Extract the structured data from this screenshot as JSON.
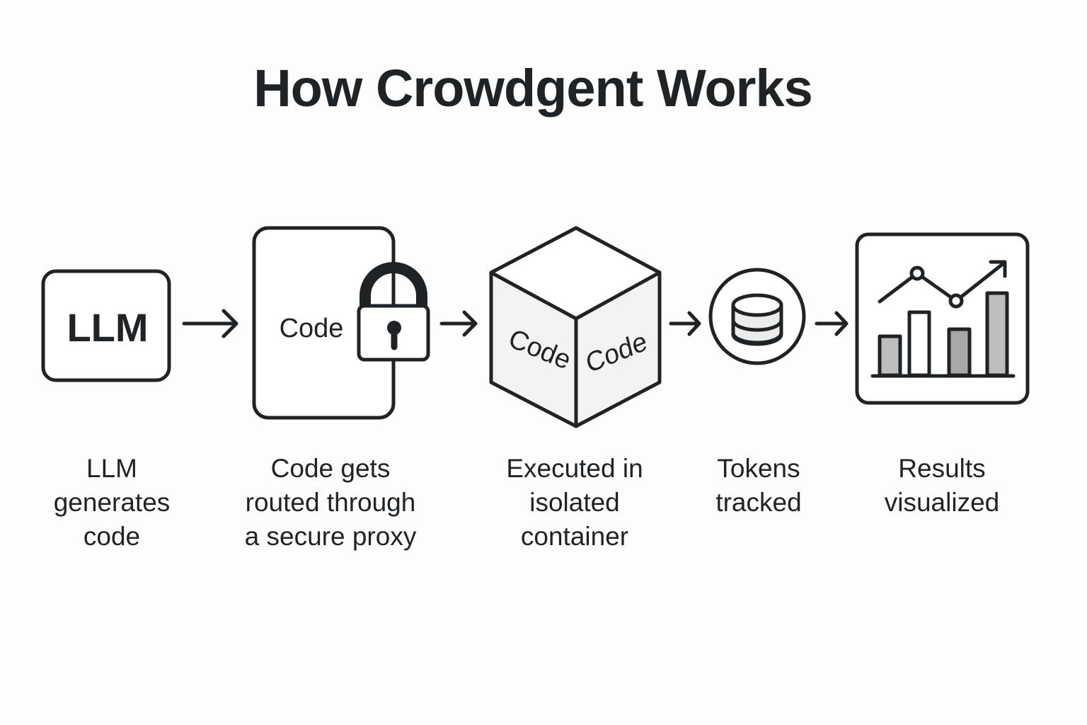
{
  "title": "How Crowdgent Works",
  "steps": [
    {
      "icon": "llm-box-icon",
      "icon_text": "LLM",
      "caption": [
        "LLM",
        "generates",
        "code"
      ]
    },
    {
      "icon": "code-lock-icon",
      "icon_text": "Code",
      "caption": [
        "Code gets",
        "routed through",
        "a secure proxy"
      ]
    },
    {
      "icon": "container-cube-icon",
      "icon_text_left": "Code",
      "icon_text_right": "Code",
      "caption": [
        "Executed in",
        "isolated",
        "container"
      ]
    },
    {
      "icon": "token-coins-icon",
      "caption": [
        "Tokens",
        "tracked"
      ]
    },
    {
      "icon": "chart-icon",
      "caption": [
        "Results",
        "visualized"
      ]
    }
  ],
  "colors": {
    "stroke": "#1f2326",
    "face": "#f3f3f3",
    "bar_gray": "#bdbdbd",
    "background": "#fdfdfd"
  }
}
